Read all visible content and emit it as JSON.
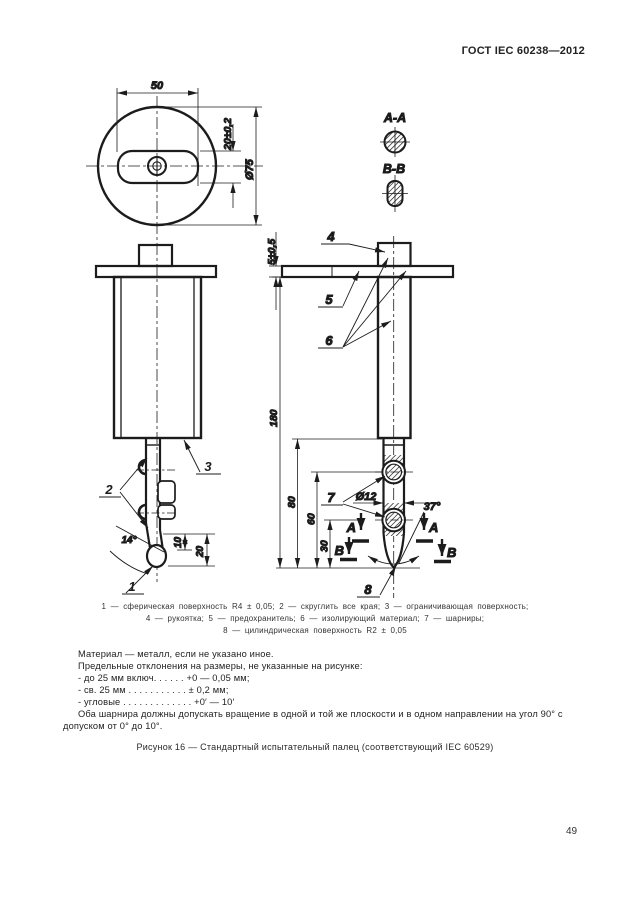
{
  "page": {
    "header": "ГОСТ IEC 60238—2012",
    "page_number": "49",
    "caption": "Рисунок 16 — Стандартный испытательный палец (соответствующий IEC 60529)"
  },
  "figure": {
    "dims": {
      "d50": "50",
      "d20slot": "20±0,2",
      "d75": "Ø75",
      "d5": "5±0,5",
      "d180": "180",
      "d80": "80",
      "d60": "60",
      "d30": "30",
      "d10": "10",
      "d20tip": "20",
      "a14": "14°",
      "d12": "Ø12",
      "a37": "37°"
    },
    "sections": {
      "aa": "A-A",
      "bb": "B-B",
      "a": "A",
      "b": "B"
    },
    "callouts": {
      "c1": "1",
      "c2": "2",
      "c3": "3",
      "c4": "4",
      "c5": "5",
      "c6": "6",
      "c7": "7",
      "c8": "8"
    },
    "legend": {
      "line1": "1 — сферическая поверхность R4 ± 0,05; 2 — скруглить все края; 3 — ограничивающая поверхность;",
      "line2": "4 — рукоятка; 5 — предохранитель; 6 — изолирующий материал; 7 — шарниры;",
      "line3": "8 — цилиндрическая поверхность R2 ± 0,05"
    }
  },
  "notes": {
    "material": "Материал — металл, если не указано иное.",
    "tolerances_intro": "Предельные отклонения на размеры, не указанные на рисунке:",
    "tol1": "- до 25 мм включ. . . . . .   +0 — 0,05 мм;",
    "tol2": "- св. 25 мм  . . . . . . . . . . .   ± 0,2 мм;",
    "tol3": "- угловые . . . . . . . . . . . . .   +0′ — 10′",
    "hinges_line1": "Оба шарнира должны допускать вращение в одной и той же плоскости и в одном направлении на угол 90° с",
    "hinges_line2": "допуском от 0° до 10°."
  }
}
